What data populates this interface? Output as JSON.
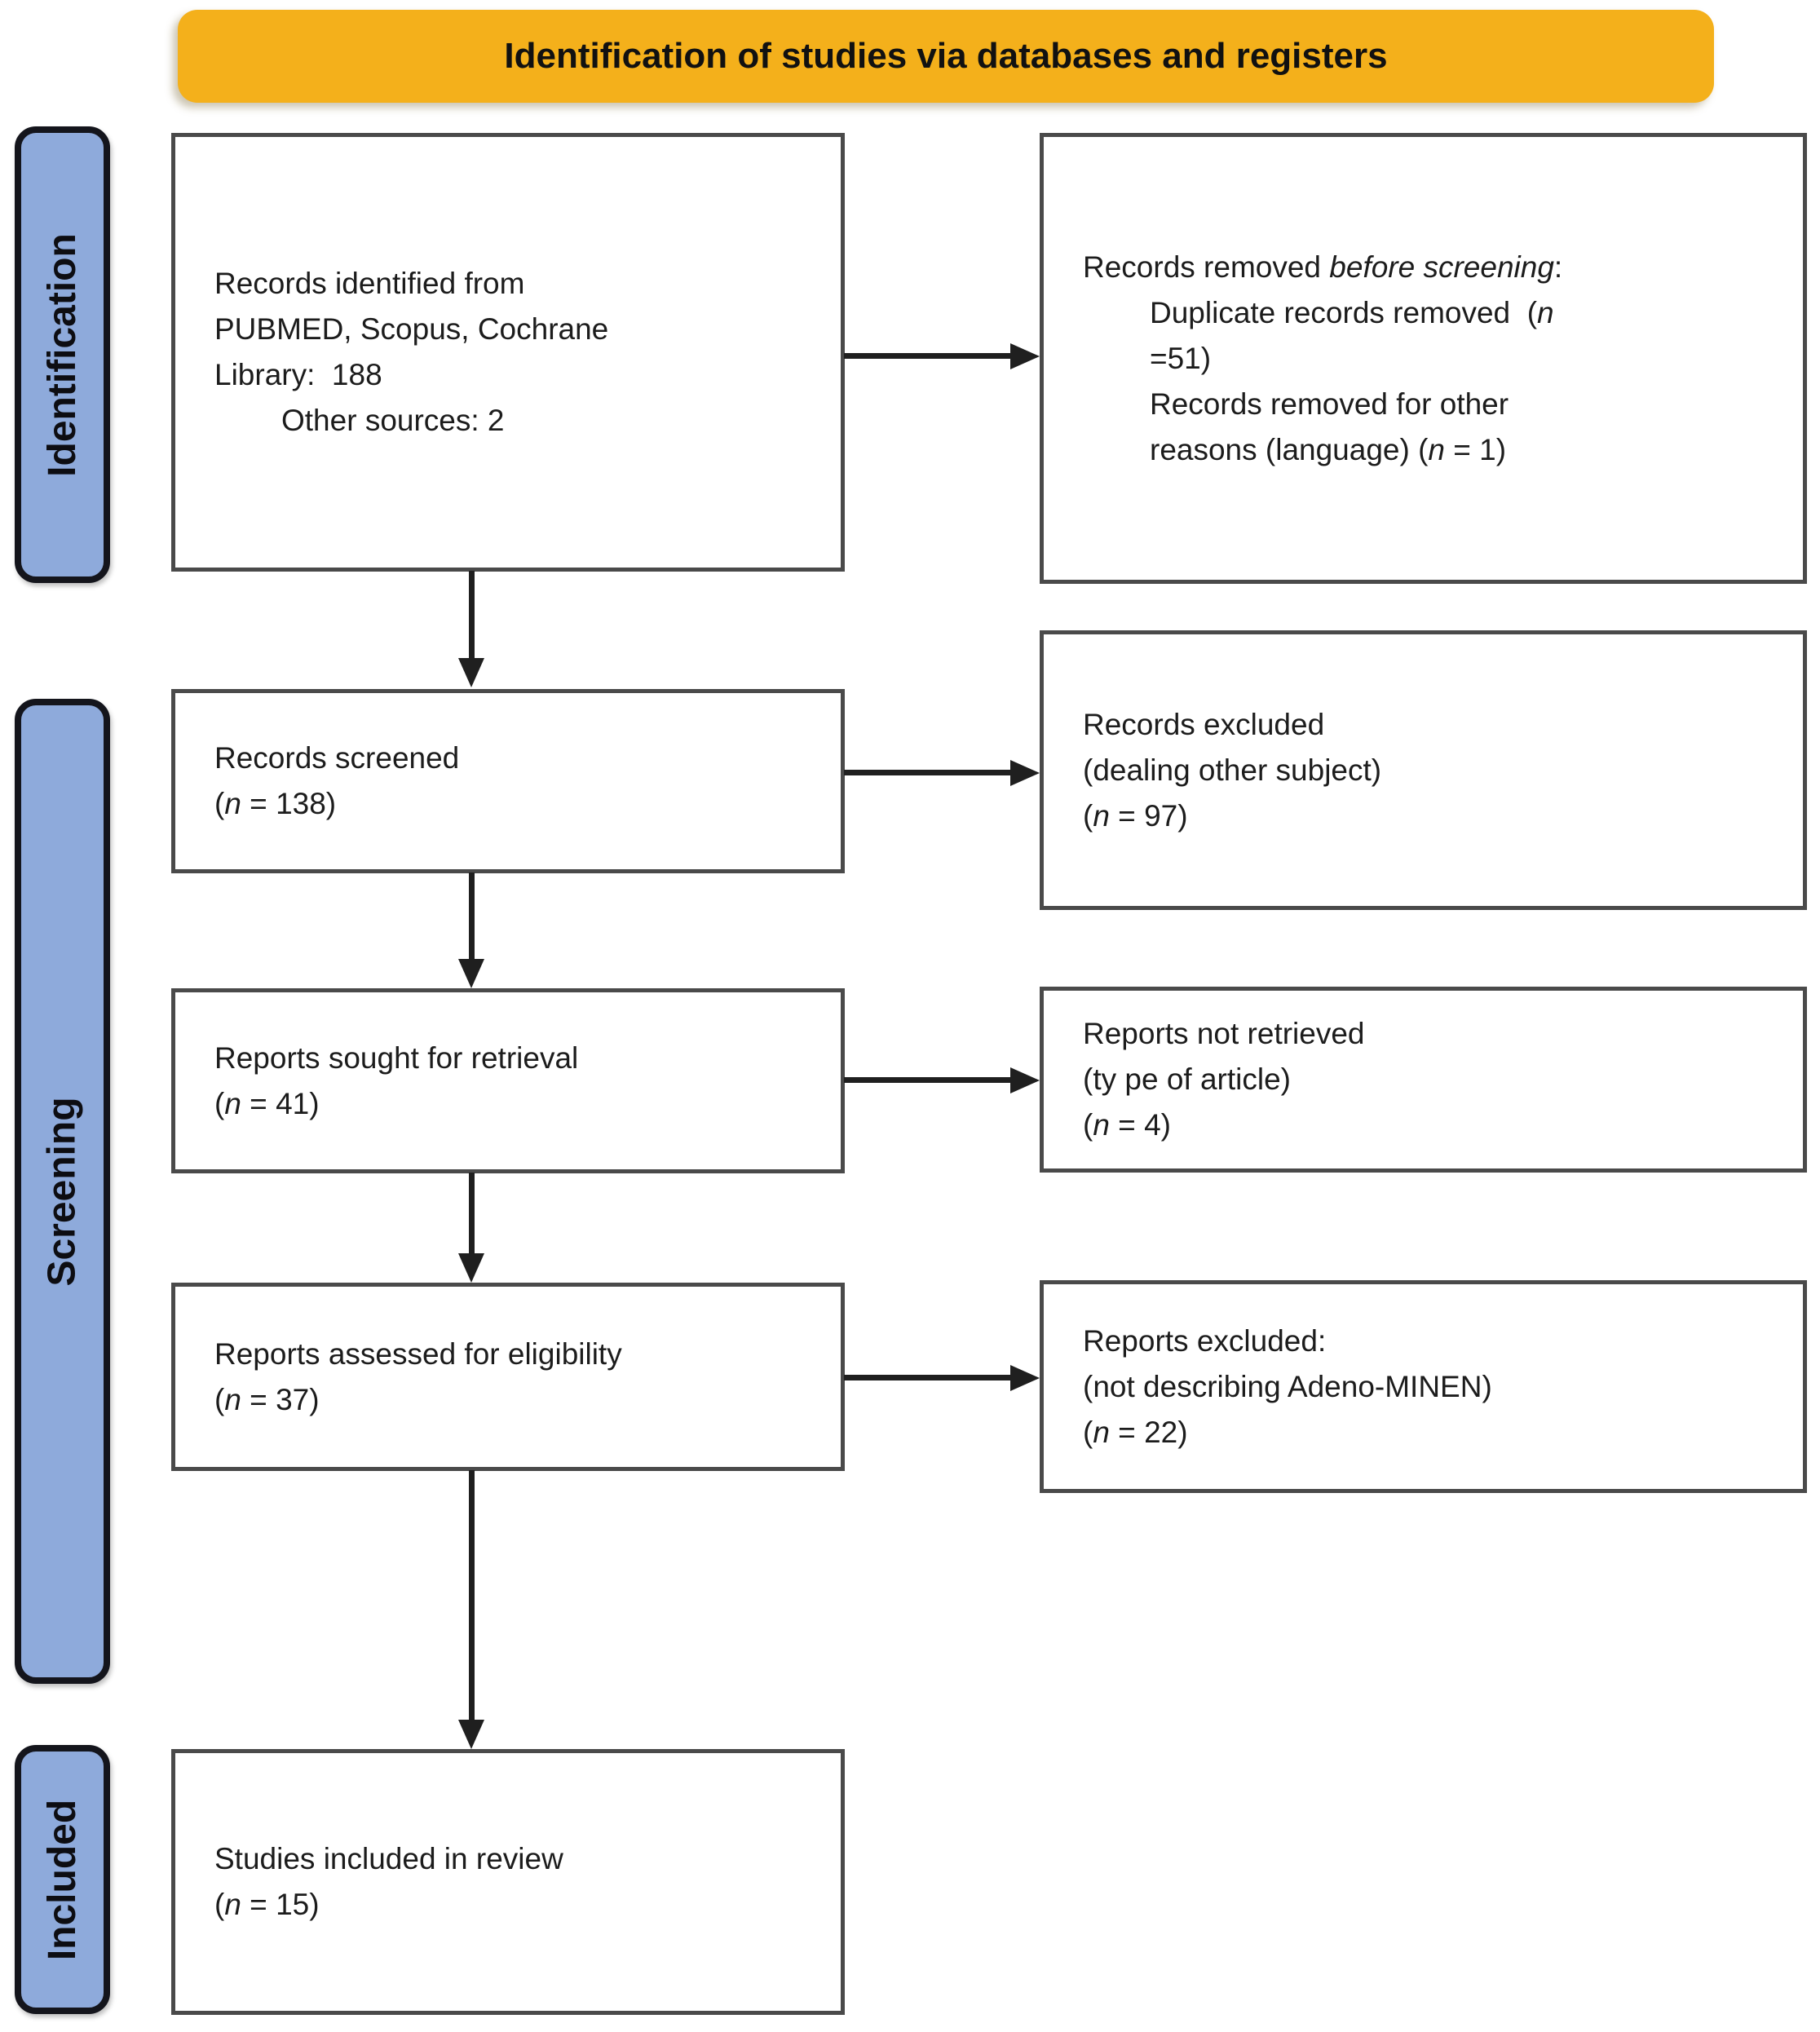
{
  "banner": {
    "title": "Identification of studies via databases and registers"
  },
  "stages": {
    "identification": "Identification",
    "screening": "Screening",
    "included": "Included"
  },
  "boxes": {
    "records_identified": {
      "lines": [
        {
          "segs": [
            {
              "t": "Records identified from"
            }
          ]
        },
        {
          "segs": [
            {
              "t": "PUBMED, Scopus, Cochrane"
            }
          ]
        },
        {
          "segs": [
            {
              "t": "Library:  188"
            }
          ]
        },
        {
          "indent": true,
          "segs": [
            {
              "t": "Other sources: 2"
            }
          ]
        }
      ]
    },
    "records_removed": {
      "lines": [
        {
          "segs": [
            {
              "t": "Records removed "
            },
            {
              "t": "before screening",
              "i": true
            },
            {
              "t": ":"
            }
          ]
        },
        {
          "indent": true,
          "segs": [
            {
              "t": "Duplicate records removed  ("
            },
            {
              "t": "n",
              "i": true
            }
          ]
        },
        {
          "indent": true,
          "segs": [
            {
              "t": "=51)"
            }
          ]
        },
        {
          "indent": true,
          "segs": [
            {
              "t": "Records removed for other"
            }
          ]
        },
        {
          "indent": true,
          "segs": [
            {
              "t": "reasons (language) ("
            },
            {
              "t": "n",
              "i": true
            },
            {
              "t": " = 1)"
            }
          ]
        }
      ]
    },
    "records_screened": {
      "lines": [
        {
          "segs": [
            {
              "t": "Records screened"
            }
          ]
        },
        {
          "segs": [
            {
              "t": "("
            },
            {
              "t": "n",
              "i": true
            },
            {
              "t": " = 138)"
            }
          ]
        }
      ]
    },
    "records_excluded": {
      "lines": [
        {
          "segs": [
            {
              "t": "Records excluded"
            }
          ]
        },
        {
          "segs": [
            {
              "t": "(dealing other subject)"
            }
          ]
        },
        {
          "segs": [
            {
              "t": "("
            },
            {
              "t": "n",
              "i": true
            },
            {
              "t": " = 97)"
            }
          ]
        }
      ]
    },
    "reports_sought": {
      "lines": [
        {
          "segs": [
            {
              "t": "Reports sought for retrieval"
            }
          ]
        },
        {
          "segs": [
            {
              "t": "("
            },
            {
              "t": "n",
              "i": true
            },
            {
              "t": " = 41)"
            }
          ]
        }
      ]
    },
    "reports_not_retrieved": {
      "lines": [
        {
          "segs": [
            {
              "t": "Reports not retrieved"
            }
          ]
        },
        {
          "segs": [
            {
              "t": "(ty pe of article)"
            }
          ]
        },
        {
          "segs": [
            {
              "t": "("
            },
            {
              "t": "n",
              "i": true
            },
            {
              "t": " = 4)"
            }
          ]
        }
      ]
    },
    "reports_assessed": {
      "lines": [
        {
          "segs": [
            {
              "t": "Reports assessed for eligibility"
            }
          ]
        },
        {
          "segs": [
            {
              "t": "("
            },
            {
              "t": "n",
              "i": true
            },
            {
              "t": " = 37)"
            }
          ]
        }
      ]
    },
    "reports_excluded": {
      "lines": [
        {
          "segs": [
            {
              "t": "Reports excluded:"
            }
          ]
        },
        {
          "segs": [
            {
              "t": "(not describing Adeno-MINEN)"
            }
          ]
        },
        {
          "segs": [
            {
              "t": "("
            },
            {
              "t": "n",
              "i": true
            },
            {
              "t": " = 22)"
            }
          ]
        }
      ]
    },
    "studies_included": {
      "lines": [
        {
          "segs": [
            {
              "t": "Studies included in review"
            }
          ]
        },
        {
          "segs": [
            {
              "t": "("
            },
            {
              "t": "n",
              "i": true
            },
            {
              "t": " = 15)"
            }
          ]
        }
      ]
    }
  },
  "counts": {
    "records_identified_databases": 188,
    "records_other_sources": 2,
    "duplicates_removed": 51,
    "removed_other_reasons_language": 1,
    "records_screened": 138,
    "records_excluded_other_subject": 97,
    "reports_sought": 41,
    "reports_not_retrieved": 4,
    "reports_assessed": 37,
    "reports_excluded_not_adeno_minen": 22,
    "studies_included": 15
  },
  "colors": {
    "banner_bg": "#F4B01B",
    "banner_text": "#111111",
    "stage_fill": "#8EAADB",
    "stage_border": "#14151c",
    "box_border": "#4A4A4A",
    "arrow_color": "#1F1F1F",
    "text_color": "#1C1C1C"
  }
}
